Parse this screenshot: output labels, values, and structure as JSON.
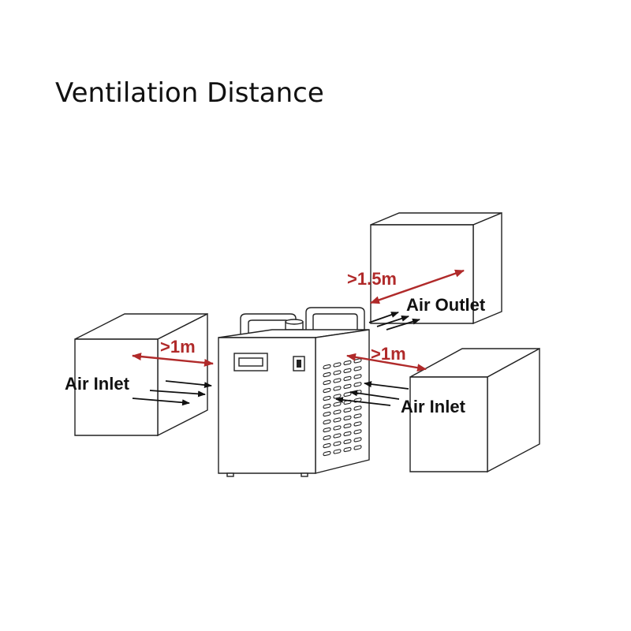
{
  "title": "Ventilation Distance",
  "labels": {
    "left_inlet": "Air Inlet",
    "right_inlet": "Air Inlet",
    "outlet": "Air Outlet",
    "left_distance": ">1m",
    "right_distance": ">1m",
    "top_distance": ">1.5m"
  },
  "colors": {
    "distance_red": "#b02a2a",
    "line_black": "#222222",
    "text_black": "#111111"
  }
}
